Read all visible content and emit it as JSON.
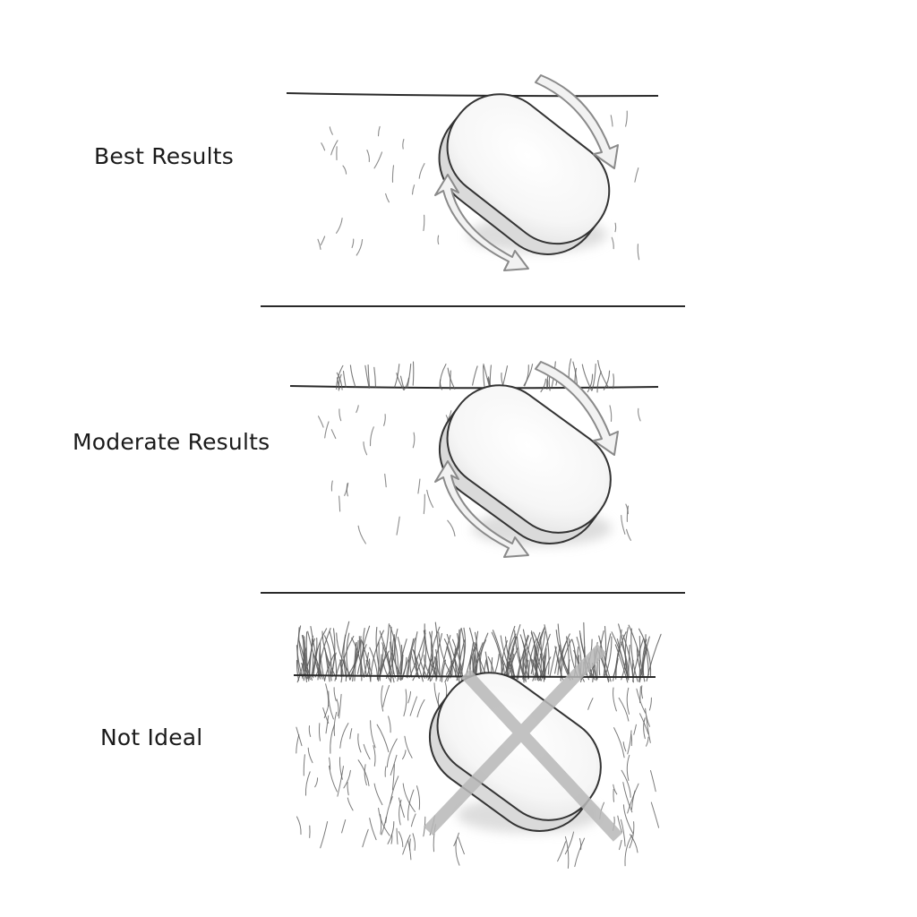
{
  "panels": [
    {
      "label": "Best Results",
      "hair": "sparse",
      "has_cross": false,
      "icon": "pumice-stone-icon"
    },
    {
      "label": "Moderate Results",
      "hair": "medium",
      "has_cross": false,
      "icon": "pumice-stone-icon"
    },
    {
      "label": "Not Ideal",
      "hair": "dense",
      "has_cross": true,
      "icon": "pumice-stone-icon"
    }
  ],
  "colors": {
    "ink": "#2a2a2a",
    "hair": "#5a5a5a",
    "stone_fill": "#f4f4f4",
    "stone_shadow": "#d6d6d6",
    "arrow_fill": "#f2f2f2",
    "arrow_stroke": "#8a8a8a",
    "cross": "#b8b8b8"
  }
}
